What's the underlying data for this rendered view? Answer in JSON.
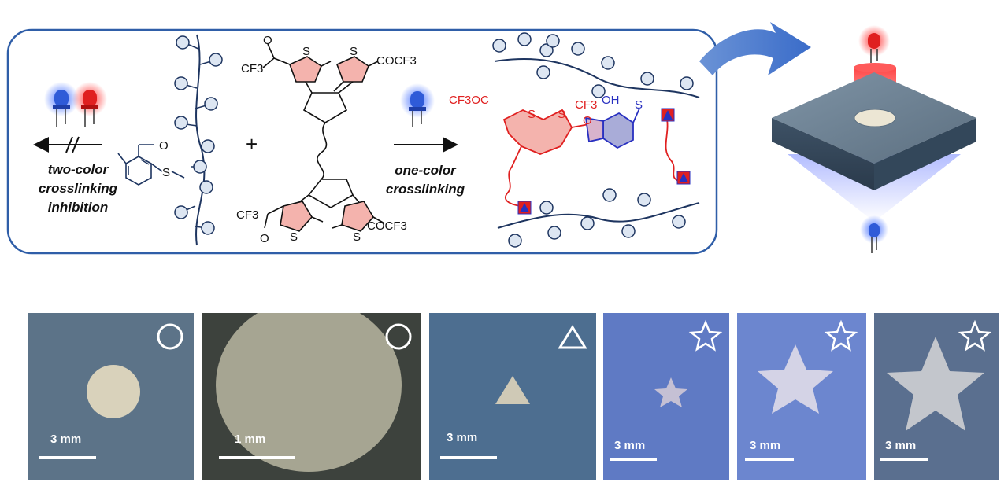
{
  "scheme": {
    "left_label": [
      "two-color",
      "crosslinking",
      "inhibition"
    ],
    "right_label": [
      "one-color",
      "crosslinking"
    ],
    "plus_sign": "+",
    "reagent_aldehyde_O": "O",
    "reagent_thioether_S": "S",
    "monomer_groups": {
      "tl_cf3": "CF3",
      "tl_o": "O",
      "tl_s": "S",
      "tr_s": "S",
      "tr_cocf3": "COCF3",
      "bl_cf3": "CF3",
      "bl_o": "O",
      "bl_s": "S",
      "br_s": "S",
      "br_cocf3": "COCF3"
    },
    "product_groups": {
      "cf3oc": "CF3OC",
      "s1": "S",
      "s2": "S",
      "o": "O",
      "cf3": "CF3",
      "oh": "OH",
      "s_link": "S"
    },
    "colors": {
      "blue_led": "#2f5bd8",
      "red_led": "#e02020",
      "box_border": "#2f5ea8",
      "polymer": "#1e3560",
      "highlight_red": "#f4b3ad",
      "highlight_blue": "#a9acd8"
    }
  },
  "micrographs": [
    {
      "shape": "circle",
      "scale_label": "3 mm",
      "bg": "#5c7388",
      "feature": "#d9d2bb"
    },
    {
      "shape": "circle",
      "scale_label": "1 mm",
      "bg": "#3d423d",
      "feature": "#a6a592"
    },
    {
      "shape": "triangle",
      "scale_label": "3 mm",
      "bg": "#4d6e90",
      "feature": "#cfc9b6"
    },
    {
      "shape": "star",
      "scale_label": "3 mm",
      "bg": "#5f7ac4",
      "feature": "#c5c0d4"
    },
    {
      "shape": "star",
      "scale_label": "3 mm",
      "bg": "#6c86cf",
      "feature": "#d4d3e6"
    },
    {
      "shape": "star",
      "scale_label": "3 mm",
      "bg": "#5a6f8f",
      "feature": "#c3c6cc"
    }
  ]
}
